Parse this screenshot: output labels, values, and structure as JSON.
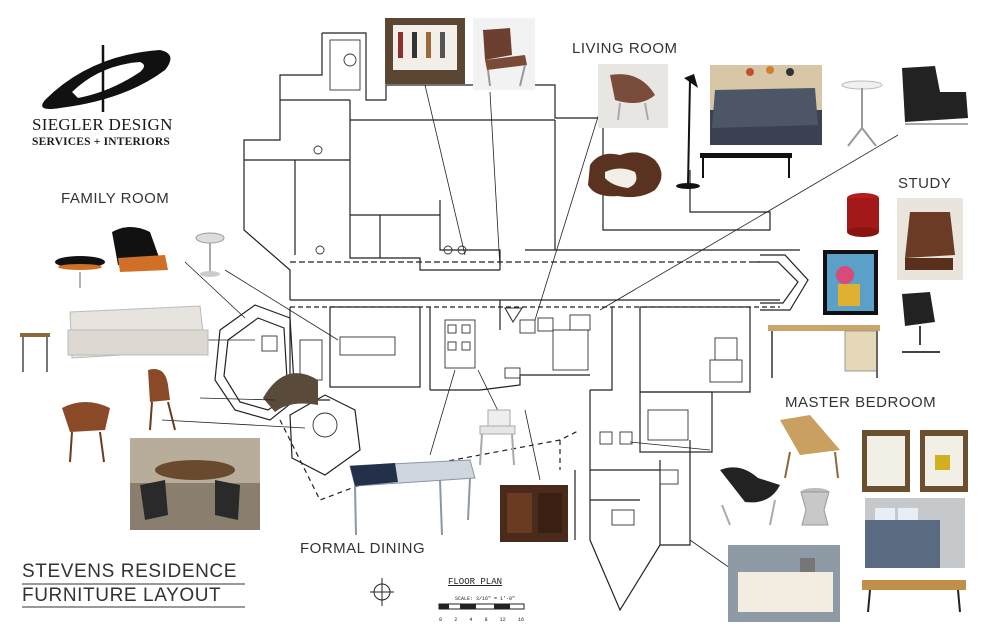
{
  "logo": {
    "line1": "SIEGLER DESIGN",
    "line2": "SERVICES + INTERIORS"
  },
  "rooms": {
    "living_room": "LIVING ROOM",
    "family_room": "FAMILY ROOM",
    "study": "STUDY",
    "master_bedroom": "MASTER BEDROOM",
    "formal_dining": "FORMAL DINING"
  },
  "title": {
    "line1": "STEVENS RESIDENCE",
    "line2": "FURNITURE LAYOUT"
  },
  "floor_plan": {
    "label": "FLOOR PLAN",
    "scale": "SCALE: 3/16\" = 1'-0\"",
    "scale_ticks": [
      "0",
      "2",
      "4",
      "8",
      "12",
      "16"
    ]
  }
}
